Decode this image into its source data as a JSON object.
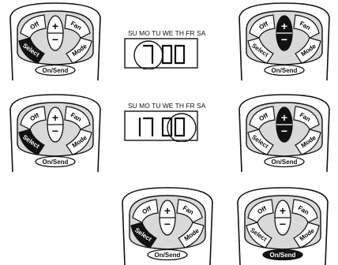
{
  "remote": {
    "off_label": "Off",
    "fan_label": "Fan",
    "select_label": "Select",
    "mode_label": "Mode",
    "on_send_label": "On/Send",
    "plus_symbol": "+",
    "minus_symbol": "−"
  },
  "displays": [
    {
      "days": "SU MO TU WE TH FR SA",
      "hour": "7",
      "minutes": "00",
      "highlight": "hour"
    },
    {
      "days": "SU MO TU WE TH FR SA",
      "hour": "17",
      "minutes": "00",
      "highlight": "minutes"
    }
  ],
  "panels": [
    {
      "name": "remote-row1-left",
      "highlight": "select"
    },
    {
      "name": "remote-row1-right",
      "highlight": "plus-minus"
    },
    {
      "name": "remote-row2-left",
      "highlight": "select"
    },
    {
      "name": "remote-row2-right",
      "highlight": "plus-minus"
    },
    {
      "name": "remote-row3-left",
      "highlight": "select"
    },
    {
      "name": "remote-row3-right",
      "highlight": "on-send"
    }
  ],
  "colors": {
    "ink": "#111111",
    "panel": "#d9d9d9",
    "highlight": "#111111",
    "paper": "#ffffff"
  }
}
